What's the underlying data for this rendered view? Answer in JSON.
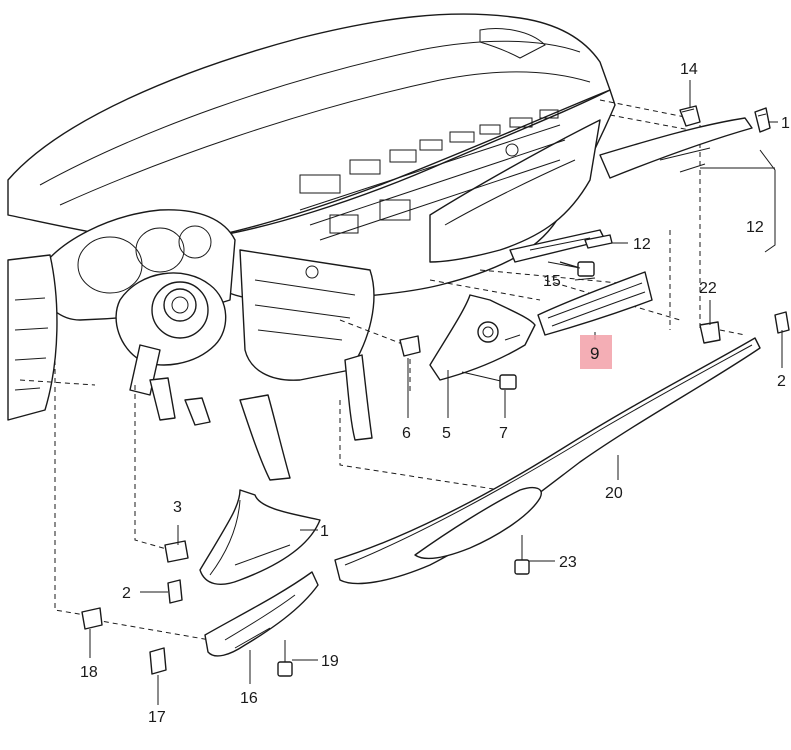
{
  "diagram": {
    "highlight_color": "#f2a0a8",
    "callouts": {
      "c14": "14",
      "c1_top": "1",
      "c12_right": "12",
      "c12_mid": "12",
      "c15": "15",
      "c22": "22",
      "c9": "9",
      "c2_right": "2",
      "c6": "6",
      "c5": "5",
      "c7": "7",
      "c20": "20",
      "c3": "3",
      "c1_left": "1",
      "c2_left": "2",
      "c23": "23",
      "c18": "18",
      "c19": "19",
      "c16": "16",
      "c17": "17"
    }
  }
}
